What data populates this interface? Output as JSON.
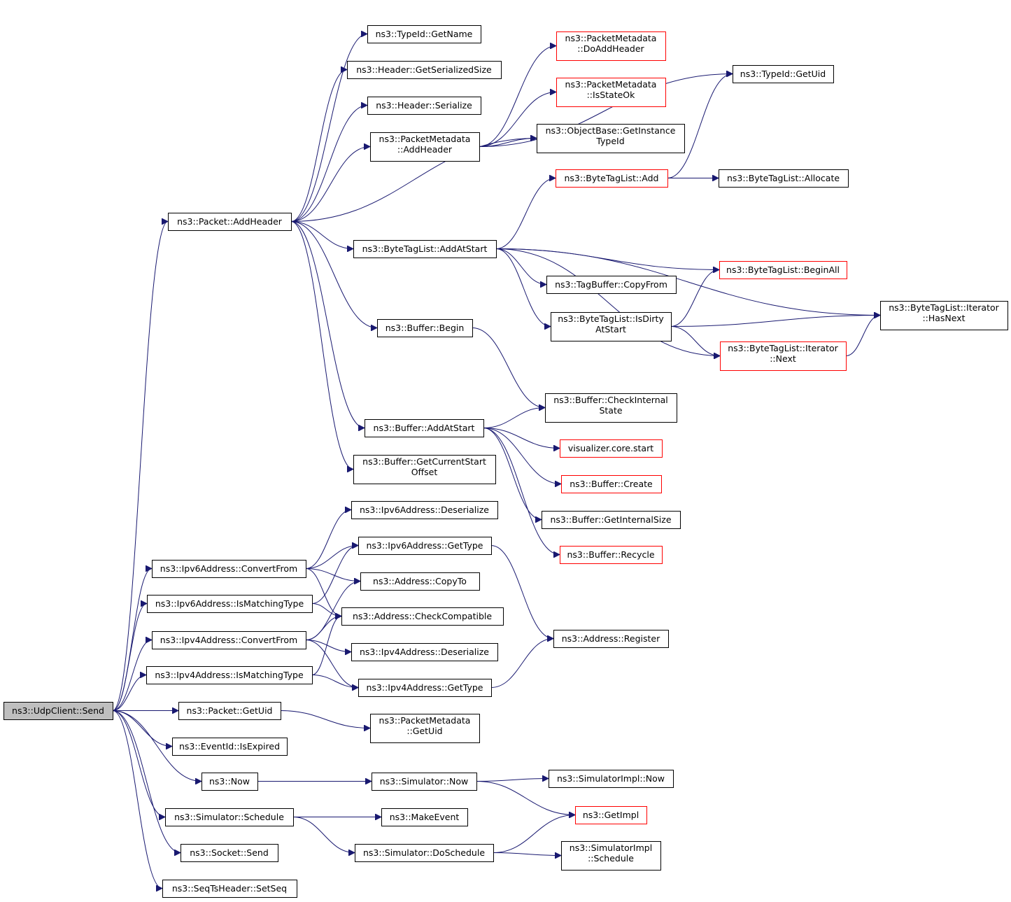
{
  "nodes": [
    {
      "id": "n0",
      "lines": [
        "ns3::UdpClient::Send"
      ],
      "style": "root"
    },
    {
      "id": "n1",
      "lines": [
        "ns3::Packet::AddHeader"
      ],
      "style": "normal"
    },
    {
      "id": "n2",
      "lines": [
        "ns3::TypeId::GetName"
      ],
      "style": "normal"
    },
    {
      "id": "n3",
      "lines": [
        "ns3::Header::GetSerializedSize"
      ],
      "style": "normal"
    },
    {
      "id": "n4",
      "lines": [
        "ns3::Header::Serialize"
      ],
      "style": "normal"
    },
    {
      "id": "n5",
      "lines": [
        "ns3::PacketMetadata",
        "::AddHeader"
      ],
      "style": "normal"
    },
    {
      "id": "n6",
      "lines": [
        "ns3::PacketMetadata",
        "::DoAddHeader"
      ],
      "style": "external"
    },
    {
      "id": "n7",
      "lines": [
        "ns3::PacketMetadata",
        "::IsStateOk"
      ],
      "style": "external"
    },
    {
      "id": "n8",
      "lines": [
        "ns3::ObjectBase::GetInstance",
        "TypeId"
      ],
      "style": "normal"
    },
    {
      "id": "n9",
      "lines": [
        "ns3::TypeId::GetUid"
      ],
      "style": "normal"
    },
    {
      "id": "n10",
      "lines": [
        "ns3::ByteTagList::Add"
      ],
      "style": "external"
    },
    {
      "id": "n11",
      "lines": [
        "ns3::ByteTagList::Allocate"
      ],
      "style": "normal"
    },
    {
      "id": "n12",
      "lines": [
        "ns3::ByteTagList::AddAtStart"
      ],
      "style": "normal"
    },
    {
      "id": "n13",
      "lines": [
        "ns3::ByteTagList::BeginAll"
      ],
      "style": "external"
    },
    {
      "id": "n14",
      "lines": [
        "ns3::TagBuffer::CopyFrom"
      ],
      "style": "normal"
    },
    {
      "id": "n15",
      "lines": [
        "ns3::ByteTagList::IsDirty",
        "AtStart"
      ],
      "style": "normal"
    },
    {
      "id": "n16",
      "lines": [
        "ns3::ByteTagList::Iterator",
        "::HasNext"
      ],
      "style": "normal"
    },
    {
      "id": "n17",
      "lines": [
        "ns3::ByteTagList::Iterator",
        "::Next"
      ],
      "style": "external"
    },
    {
      "id": "n18",
      "lines": [
        "ns3::Buffer::Begin"
      ],
      "style": "normal"
    },
    {
      "id": "n19",
      "lines": [
        "ns3::Buffer::CheckInternal",
        "State"
      ],
      "style": "normal"
    },
    {
      "id": "n20",
      "lines": [
        "ns3::Buffer::AddAtStart"
      ],
      "style": "normal"
    },
    {
      "id": "n21",
      "lines": [
        "visualizer.core.start"
      ],
      "style": "external"
    },
    {
      "id": "n22",
      "lines": [
        "ns3::Buffer::Create"
      ],
      "style": "external"
    },
    {
      "id": "n23",
      "lines": [
        "ns3::Buffer::GetInternalSize"
      ],
      "style": "normal"
    },
    {
      "id": "n24",
      "lines": [
        "ns3::Buffer::Recycle"
      ],
      "style": "external"
    },
    {
      "id": "n25",
      "lines": [
        "ns3::Buffer::GetCurrentStart",
        "Offset"
      ],
      "style": "normal"
    },
    {
      "id": "n26",
      "lines": [
        "ns3::Ipv6Address::Deserialize"
      ],
      "style": "normal"
    },
    {
      "id": "n27",
      "lines": [
        "ns3::Ipv6Address::GetType"
      ],
      "style": "normal"
    },
    {
      "id": "n28",
      "lines": [
        "ns3::Ipv6Address::ConvertFrom"
      ],
      "style": "normal"
    },
    {
      "id": "n29",
      "lines": [
        "ns3::Address::CopyTo"
      ],
      "style": "normal"
    },
    {
      "id": "n30",
      "lines": [
        "ns3::Ipv6Address::IsMatchingType"
      ],
      "style": "normal"
    },
    {
      "id": "n31",
      "lines": [
        "ns3::Address::CheckCompatible"
      ],
      "style": "normal"
    },
    {
      "id": "n32",
      "lines": [
        "ns3::Ipv4Address::ConvertFrom"
      ],
      "style": "normal"
    },
    {
      "id": "n33",
      "lines": [
        "ns3::Address::Register"
      ],
      "style": "normal"
    },
    {
      "id": "n34",
      "lines": [
        "ns3::Ipv4Address::Deserialize"
      ],
      "style": "normal"
    },
    {
      "id": "n35",
      "lines": [
        "ns3::Ipv4Address::IsMatchingType"
      ],
      "style": "normal"
    },
    {
      "id": "n36",
      "lines": [
        "ns3::Ipv4Address::GetType"
      ],
      "style": "normal"
    },
    {
      "id": "n37",
      "lines": [
        "ns3::Packet::GetUid"
      ],
      "style": "normal"
    },
    {
      "id": "n38",
      "lines": [
        "ns3::PacketMetadata",
        "::GetUid"
      ],
      "style": "normal"
    },
    {
      "id": "n39",
      "lines": [
        "ns3::EventId::IsExpired"
      ],
      "style": "normal"
    },
    {
      "id": "n40",
      "lines": [
        "ns3::Now"
      ],
      "style": "normal"
    },
    {
      "id": "n41",
      "lines": [
        "ns3::Simulator::Now"
      ],
      "style": "normal"
    },
    {
      "id": "n42",
      "lines": [
        "ns3::SimulatorImpl::Now"
      ],
      "style": "normal"
    },
    {
      "id": "n43",
      "lines": [
        "ns3::GetImpl"
      ],
      "style": "external"
    },
    {
      "id": "n44",
      "lines": [
        "ns3::Simulator::Schedule"
      ],
      "style": "normal"
    },
    {
      "id": "n45",
      "lines": [
        "ns3::MakeEvent"
      ],
      "style": "normal"
    },
    {
      "id": "n46",
      "lines": [
        "ns3::Simulator::DoSchedule"
      ],
      "style": "normal"
    },
    {
      "id": "n47",
      "lines": [
        "ns3::SimulatorImpl",
        "::Schedule"
      ],
      "style": "normal"
    },
    {
      "id": "n48",
      "lines": [
        "ns3::Socket::Send"
      ],
      "style": "normal"
    },
    {
      "id": "n49",
      "lines": [
        "ns3::SeqTsHeader::SetSeq"
      ],
      "style": "normal"
    }
  ],
  "edges": [
    [
      "n0",
      "n1"
    ],
    [
      "n0",
      "n28"
    ],
    [
      "n0",
      "n30"
    ],
    [
      "n0",
      "n32"
    ],
    [
      "n0",
      "n35"
    ],
    [
      "n0",
      "n37"
    ],
    [
      "n0",
      "n39"
    ],
    [
      "n0",
      "n40"
    ],
    [
      "n0",
      "n44"
    ],
    [
      "n0",
      "n48"
    ],
    [
      "n0",
      "n49"
    ],
    [
      "n1",
      "n2"
    ],
    [
      "n1",
      "n3"
    ],
    [
      "n1",
      "n4"
    ],
    [
      "n1",
      "n5"
    ],
    [
      "n1",
      "n8"
    ],
    [
      "n1",
      "n12"
    ],
    [
      "n1",
      "n18"
    ],
    [
      "n1",
      "n20"
    ],
    [
      "n1",
      "n25"
    ],
    [
      "n5",
      "n6"
    ],
    [
      "n5",
      "n7"
    ],
    [
      "n5",
      "n8"
    ],
    [
      "n5",
      "n9"
    ],
    [
      "n10",
      "n9"
    ],
    [
      "n10",
      "n11"
    ],
    [
      "n12",
      "n10"
    ],
    [
      "n12",
      "n13"
    ],
    [
      "n12",
      "n14"
    ],
    [
      "n12",
      "n15"
    ],
    [
      "n12",
      "n16"
    ],
    [
      "n12",
      "n17"
    ],
    [
      "n15",
      "n13"
    ],
    [
      "n15",
      "n16"
    ],
    [
      "n15",
      "n17"
    ],
    [
      "n17",
      "n16"
    ],
    [
      "n18",
      "n19"
    ],
    [
      "n20",
      "n19"
    ],
    [
      "n20",
      "n21"
    ],
    [
      "n20",
      "n22"
    ],
    [
      "n20",
      "n23"
    ],
    [
      "n20",
      "n24"
    ],
    [
      "n28",
      "n26"
    ],
    [
      "n28",
      "n27"
    ],
    [
      "n28",
      "n29"
    ],
    [
      "n28",
      "n31"
    ],
    [
      "n30",
      "n27"
    ],
    [
      "n30",
      "n31"
    ],
    [
      "n32",
      "n29"
    ],
    [
      "n32",
      "n31"
    ],
    [
      "n32",
      "n34"
    ],
    [
      "n32",
      "n36"
    ],
    [
      "n35",
      "n31"
    ],
    [
      "n35",
      "n36"
    ],
    [
      "n27",
      "n33"
    ],
    [
      "n36",
      "n33"
    ],
    [
      "n37",
      "n38"
    ],
    [
      "n40",
      "n41"
    ],
    [
      "n41",
      "n42"
    ],
    [
      "n41",
      "n43"
    ],
    [
      "n44",
      "n45"
    ],
    [
      "n44",
      "n46"
    ],
    [
      "n46",
      "n43"
    ],
    [
      "n46",
      "n47"
    ]
  ]
}
